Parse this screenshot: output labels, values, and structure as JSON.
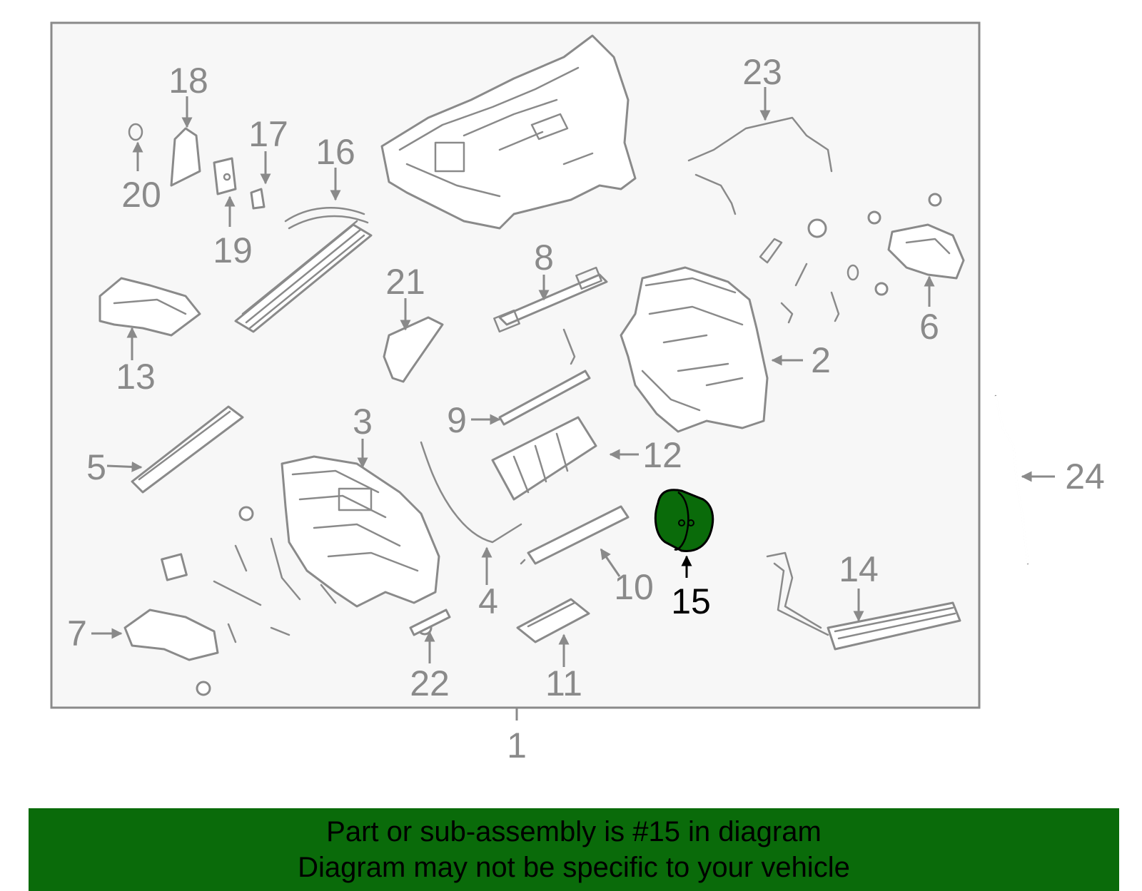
{
  "diagram": {
    "callouts": [
      "1",
      "2",
      "3",
      "4",
      "5",
      "6",
      "7",
      "8",
      "9",
      "10",
      "11",
      "12",
      "13",
      "14",
      "15",
      "16",
      "17",
      "18",
      "19",
      "20",
      "21",
      "22",
      "23",
      "24"
    ],
    "highlighted_part": "15",
    "colors": {
      "highlight_fill": "#0a6b0a",
      "line": "#8a8a8a",
      "frame_bg": "#f7f7f7"
    }
  },
  "banner": {
    "line1": "Part or sub-assembly is #15 in diagram",
    "line2": "Diagram may not be specific to your vehicle"
  }
}
